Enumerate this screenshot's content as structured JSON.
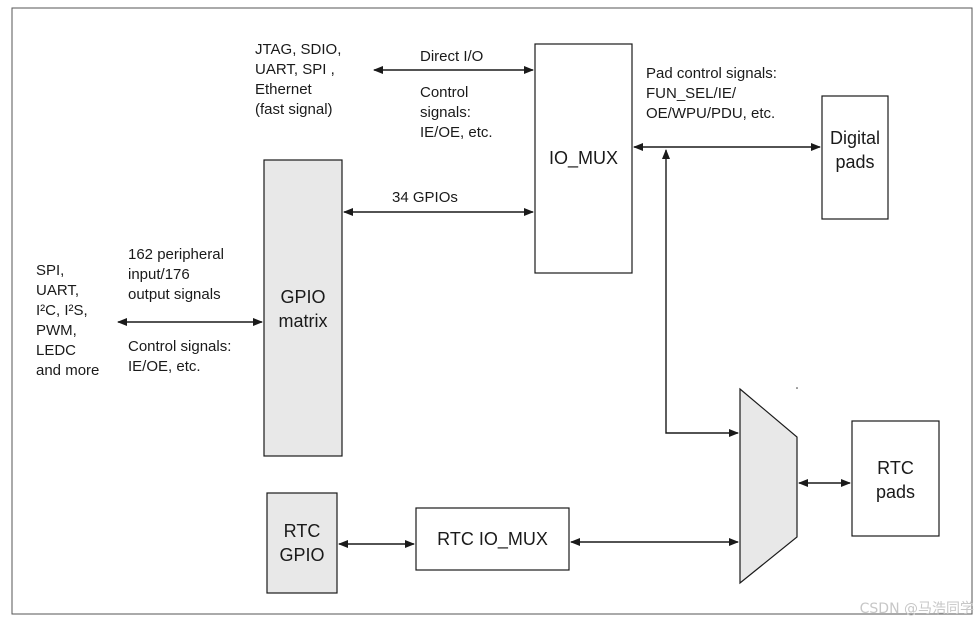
{
  "diagram": {
    "left_signals": "SPI,\nUART,\nI²C, I²S,\nPWM,\nLEDC\nand more",
    "peripheral_signals": "162 peripheral\ninput/176\noutput signals",
    "left_control": "Control signals:\nIE/OE, etc.",
    "gpio_matrix": "GPIO\nmatrix",
    "fast_signals": "JTAG, SDIO,\nUART, SPI ,\nEthernet\n(fast signal)",
    "direct_io": "Direct I/O",
    "mid_control": "Control\nsignals:\nIE/OE, etc.",
    "gpios": "34 GPIOs",
    "io_mux": "IO_MUX",
    "pad_control": "Pad control signals:\nFUN_SEL/IE/\nOE/WPU/PDU, etc.",
    "digital_pads": "Digital\npads",
    "rtc_gpio": "RTC\nGPIO",
    "rtc_io_mux": "RTC IO_MUX",
    "rtc_pads": "RTC\npads"
  },
  "colors": {
    "box_fill_shaded": "#e8e8e8",
    "stroke": "#1a1a1a"
  },
  "watermark": "CSDN @马浩同学"
}
